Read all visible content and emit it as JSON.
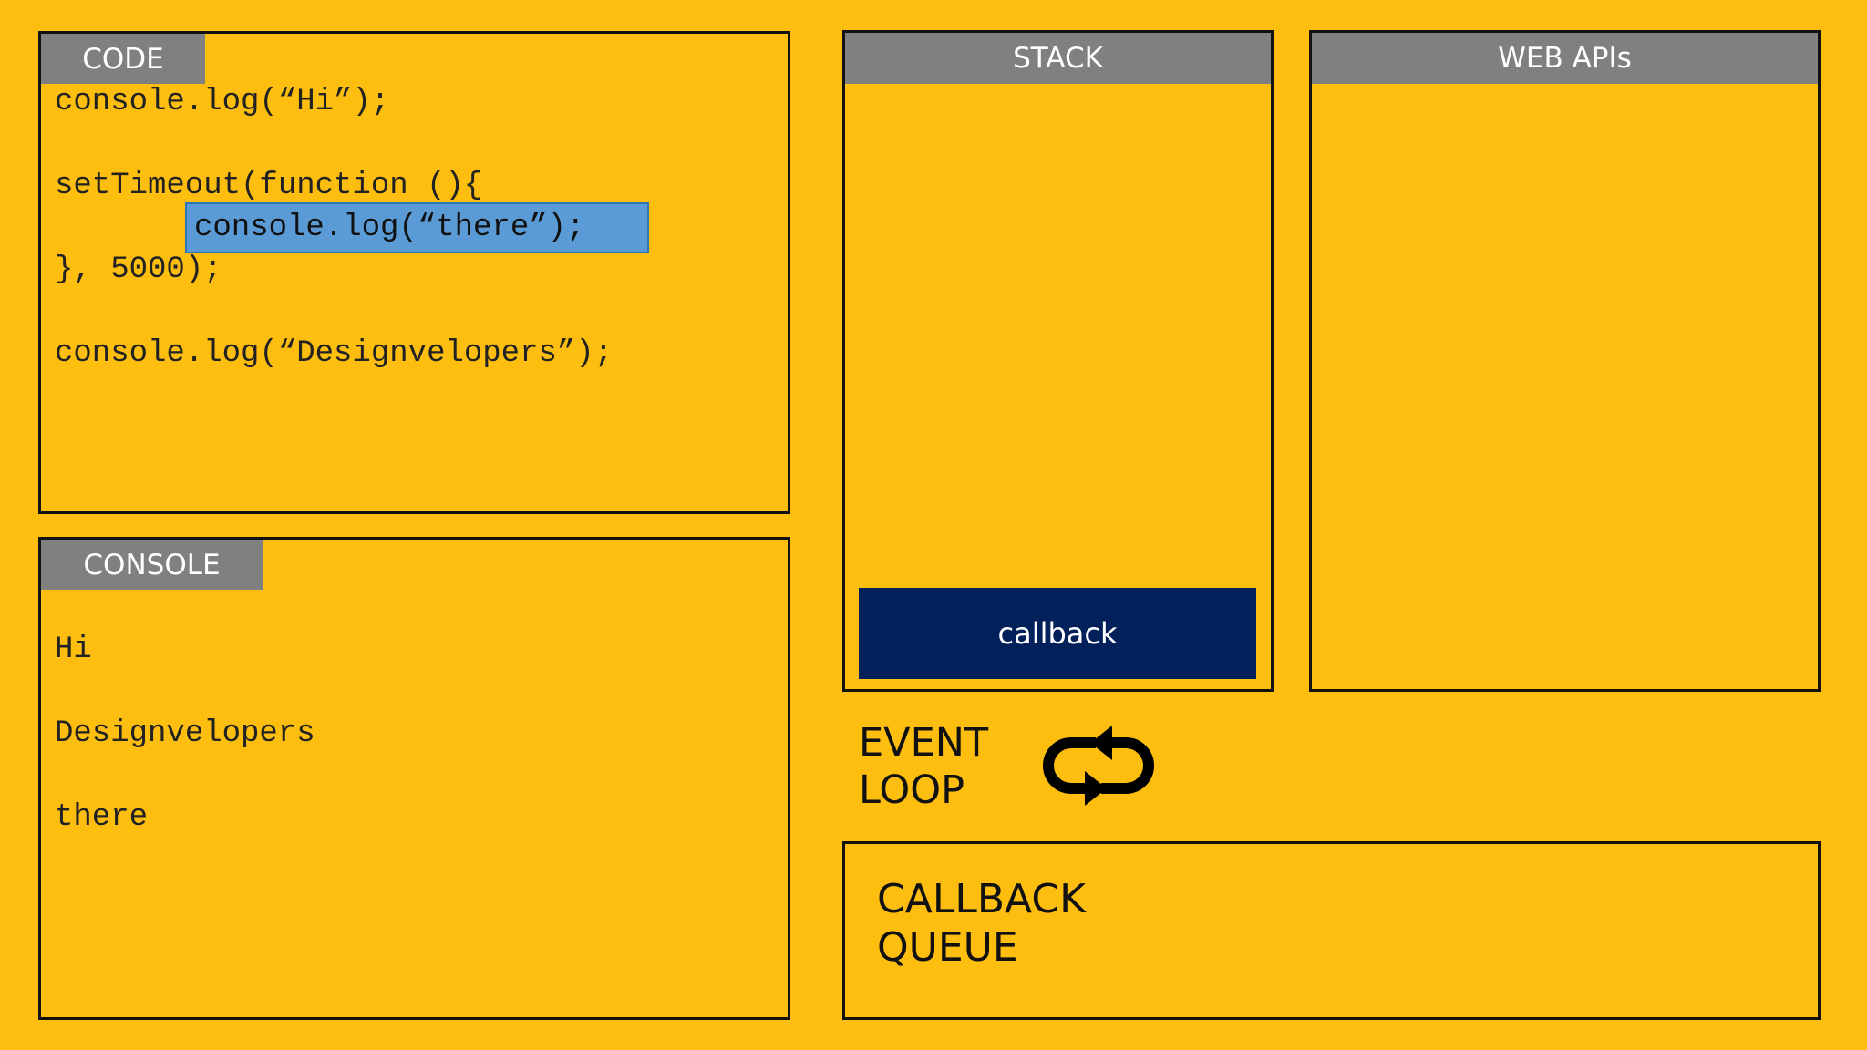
{
  "code_panel": {
    "title": "CODE",
    "lines": [
      "console.log(“Hi”);",
      "setTimeout(function (){",
      "console.log(“there”);",
      "}, 5000);",
      "console.log(“Designvelopers”);"
    ]
  },
  "console_panel": {
    "title": "CONSOLE",
    "output": [
      "Hi",
      "Designvelopers",
      "there"
    ]
  },
  "stack_panel": {
    "title": "STACK",
    "frames": [
      "callback"
    ]
  },
  "webapis_panel": {
    "title": "WEB APIs"
  },
  "event_loop": {
    "line1": "EVENT",
    "line2": "LOOP",
    "icon": "loop-arrows-icon"
  },
  "callback_queue": {
    "line1": "CALLBACK",
    "line2": "QUEUE"
  },
  "colors": {
    "background": "#FDBE10",
    "tab": "#808080",
    "highlight": "#5B9BD5",
    "stack_frame": "#02205A"
  }
}
